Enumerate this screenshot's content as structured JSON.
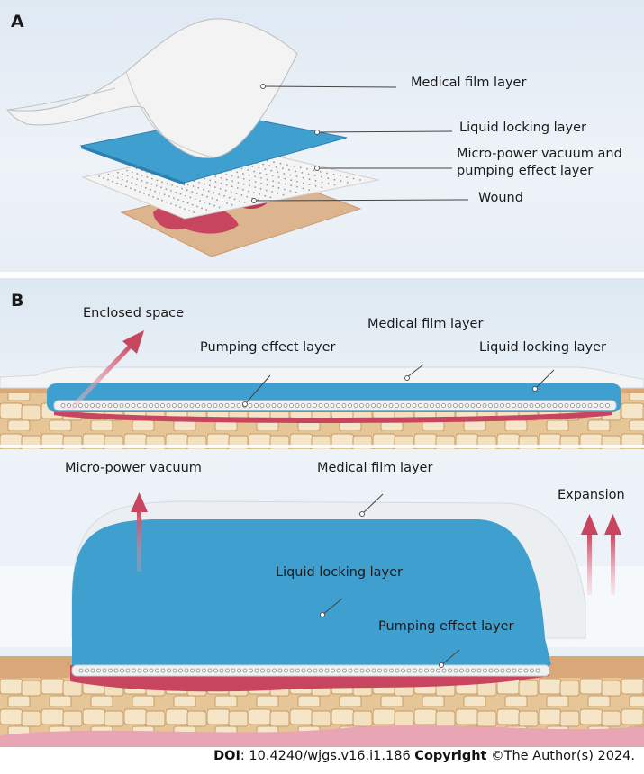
{
  "panel_a": {
    "label": "A",
    "labels": {
      "medical_film": "Medical film layer",
      "liquid_locking": "Liquid locking layer",
      "micro_power_line1": "Micro-power vacuum and",
      "micro_power_line2": "pumping effect layer",
      "wound": "Wound"
    }
  },
  "panel_b": {
    "label": "B",
    "top": {
      "enclosed_space": "Enclosed space",
      "medical_film": "Medical film layer",
      "pumping_effect": "Pumping effect layer",
      "liquid_locking": "Liquid locking layer"
    },
    "bottom": {
      "micro_power_vacuum": "Micro-power vacuum",
      "medical_film": "Medical film layer",
      "expansion": "Expansion",
      "liquid_locking": "Liquid locking layer",
      "pumping_effect": "Pumping effect layer"
    }
  },
  "footer": {
    "doi_label": "DOI",
    "doi_value": ": 10.4240/wjgs.v16.i1.186 ",
    "copyright_label": "Copyright",
    "copyright_value": " ©The Author(s) 2024."
  },
  "colors": {
    "blue_layer": "#3f9fcf",
    "wound": "#c8455f",
    "skin": "#d9a878",
    "film": "#f2f2f2"
  }
}
